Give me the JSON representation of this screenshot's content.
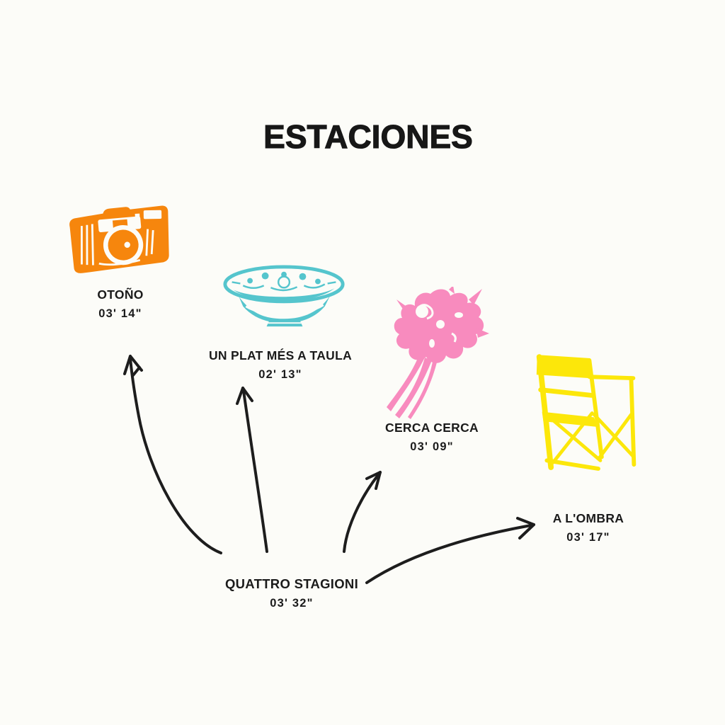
{
  "diagram": {
    "title": "ESTACIONES",
    "background": "#FCFCF8",
    "text_color": "#1b1b1b",
    "arrow_color": "#1d1d1d",
    "center": {
      "label": "QUATTRO STAGIONI",
      "duration": "03' 32\""
    },
    "items": [
      {
        "id": "otono",
        "label": "OTOÑO",
        "duration": "03' 14\"",
        "icon": "film-camera-icon",
        "color": "#F6860D"
      },
      {
        "id": "un-plat-mes-a-taula",
        "label": "UN PLAT MÉS A TAULA",
        "duration": "02' 13\"",
        "icon": "ceramic-bowl-icon",
        "color": "#55C5CD"
      },
      {
        "id": "cerca-cerca",
        "label": "CERCA CERCA",
        "duration": "03' 09\"",
        "icon": "flower-bouquet-icon",
        "color": "#F88BBE"
      },
      {
        "id": "a-lombra",
        "label": "A L'OMBRA",
        "duration": "03' 17\"",
        "icon": "directors-chair-icon",
        "color": "#FCE70A"
      }
    ]
  }
}
